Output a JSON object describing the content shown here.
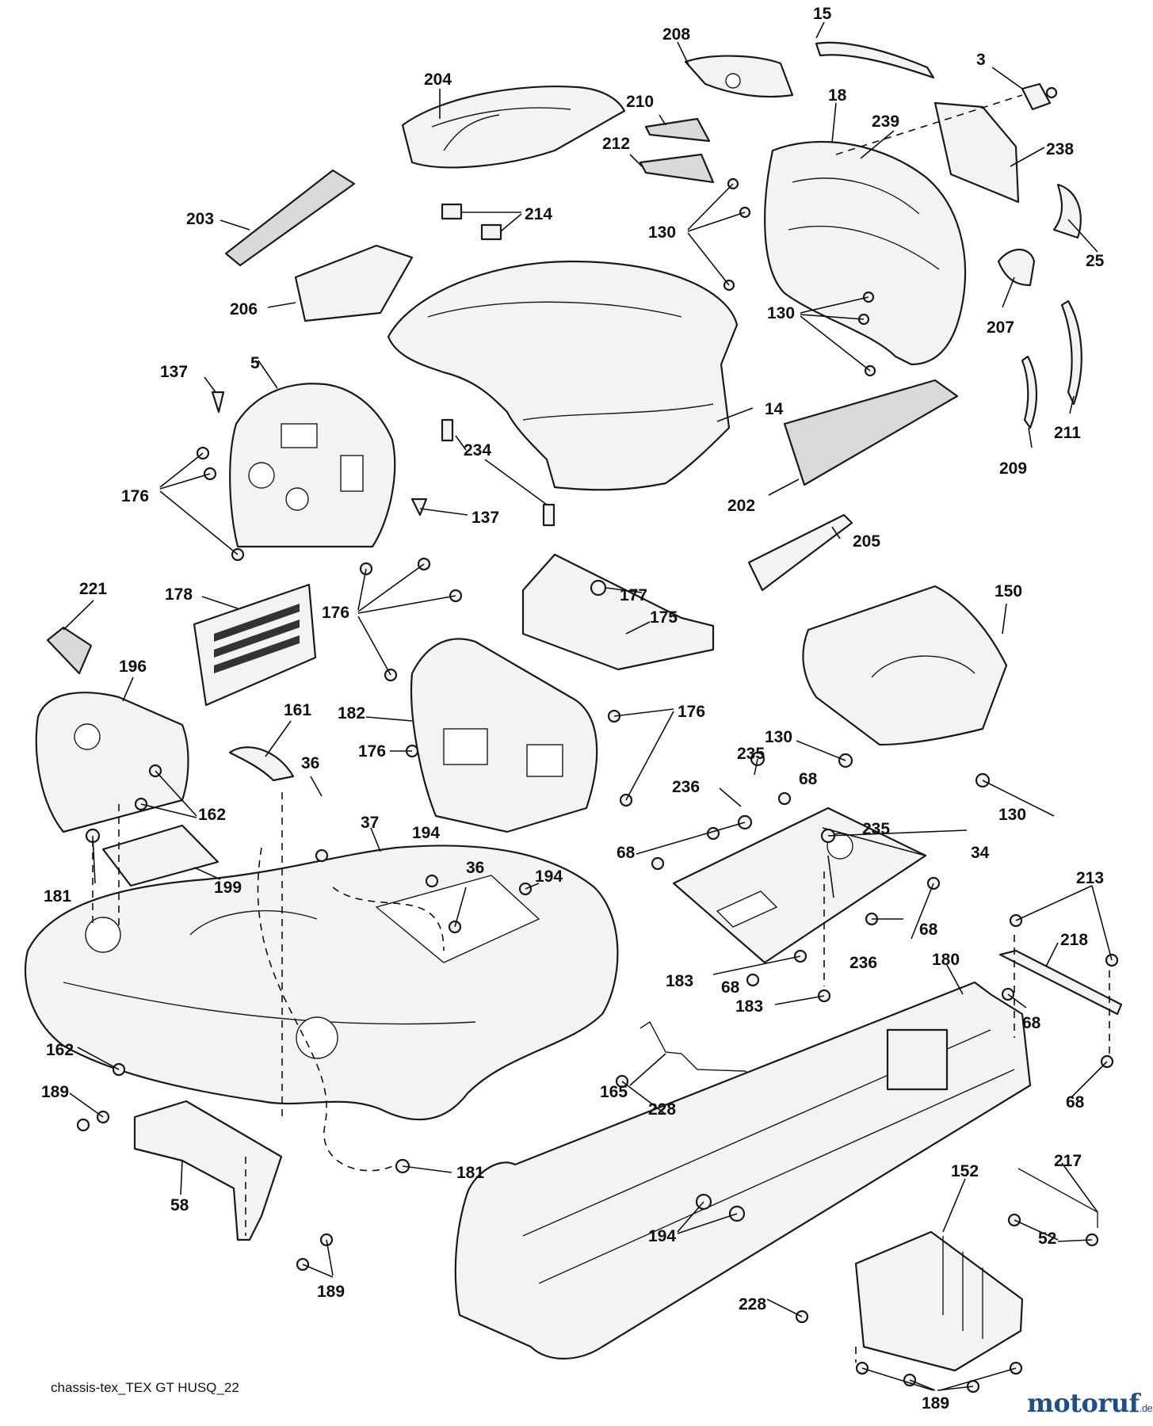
{
  "caption": "chassis-tex_TEX GT HUSQ_22",
  "logo": {
    "text": "motoruf",
    "tld": ".de",
    "color": "#1d4f8a",
    "accent": "#e07b1a"
  },
  "callouts": [
    {
      "id": "c-15",
      "label": "15"
    },
    {
      "id": "c-208",
      "label": "208"
    },
    {
      "id": "c-3",
      "label": "3"
    },
    {
      "id": "c-204",
      "label": "204"
    },
    {
      "id": "c-18",
      "label": "18"
    },
    {
      "id": "c-210",
      "label": "210"
    },
    {
      "id": "c-239",
      "label": "239"
    },
    {
      "id": "c-212",
      "label": "212"
    },
    {
      "id": "c-238",
      "label": "238"
    },
    {
      "id": "c-203",
      "label": "203"
    },
    {
      "id": "c-214",
      "label": "214"
    },
    {
      "id": "c-130a",
      "label": "130"
    },
    {
      "id": "c-25",
      "label": "25"
    },
    {
      "id": "c-206",
      "label": "206"
    },
    {
      "id": "c-130b",
      "label": "130"
    },
    {
      "id": "c-207",
      "label": "207"
    },
    {
      "id": "c-137a",
      "label": "137"
    },
    {
      "id": "c-5",
      "label": "5"
    },
    {
      "id": "c-14",
      "label": "14"
    },
    {
      "id": "c-211",
      "label": "211"
    },
    {
      "id": "c-234",
      "label": "234"
    },
    {
      "id": "c-176a",
      "label": "176"
    },
    {
      "id": "c-209",
      "label": "209"
    },
    {
      "id": "c-202",
      "label": "202"
    },
    {
      "id": "c-137b",
      "label": "137"
    },
    {
      "id": "c-205",
      "label": "205"
    },
    {
      "id": "c-221",
      "label": "221"
    },
    {
      "id": "c-178",
      "label": "178"
    },
    {
      "id": "c-177",
      "label": "177"
    },
    {
      "id": "c-150",
      "label": "150"
    },
    {
      "id": "c-176b",
      "label": "176"
    },
    {
      "id": "c-175",
      "label": "175"
    },
    {
      "id": "c-196",
      "label": "196"
    },
    {
      "id": "c-161",
      "label": "161"
    },
    {
      "id": "c-182",
      "label": "182"
    },
    {
      "id": "c-176c",
      "label": "176"
    },
    {
      "id": "c-130c",
      "label": "130"
    },
    {
      "id": "c-36a",
      "label": "36"
    },
    {
      "id": "c-176d",
      "label": "176"
    },
    {
      "id": "c-235a",
      "label": "235"
    },
    {
      "id": "c-236a",
      "label": "236"
    },
    {
      "id": "c-68a",
      "label": "68"
    },
    {
      "id": "c-162a",
      "label": "162"
    },
    {
      "id": "c-130d",
      "label": "130"
    },
    {
      "id": "c-37",
      "label": "37"
    },
    {
      "id": "c-194a",
      "label": "194"
    },
    {
      "id": "c-235b",
      "label": "235"
    },
    {
      "id": "c-68b",
      "label": "68"
    },
    {
      "id": "c-34",
      "label": "34"
    },
    {
      "id": "c-36b",
      "label": "36"
    },
    {
      "id": "c-194b",
      "label": "194"
    },
    {
      "id": "c-199",
      "label": "199"
    },
    {
      "id": "c-213",
      "label": "213"
    },
    {
      "id": "c-181a",
      "label": "181"
    },
    {
      "id": "c-68c",
      "label": "68"
    },
    {
      "id": "c-218",
      "label": "218"
    },
    {
      "id": "c-236b",
      "label": "236"
    },
    {
      "id": "c-180",
      "label": "180"
    },
    {
      "id": "c-183a",
      "label": "183"
    },
    {
      "id": "c-68d",
      "label": "68"
    },
    {
      "id": "c-183b",
      "label": "183"
    },
    {
      "id": "c-68e",
      "label": "68"
    },
    {
      "id": "c-162b",
      "label": "162"
    },
    {
      "id": "c-189a",
      "label": "189"
    },
    {
      "id": "c-165",
      "label": "165"
    },
    {
      "id": "c-68f",
      "label": "68"
    },
    {
      "id": "c-228a",
      "label": "228"
    },
    {
      "id": "c-217",
      "label": "217"
    },
    {
      "id": "c-181b",
      "label": "181"
    },
    {
      "id": "c-152",
      "label": "152"
    },
    {
      "id": "c-58",
      "label": "58"
    },
    {
      "id": "c-194c",
      "label": "194"
    },
    {
      "id": "c-52",
      "label": "52"
    },
    {
      "id": "c-189b",
      "label": "189"
    },
    {
      "id": "c-228b",
      "label": "228"
    },
    {
      "id": "c-189c",
      "label": "189"
    }
  ]
}
